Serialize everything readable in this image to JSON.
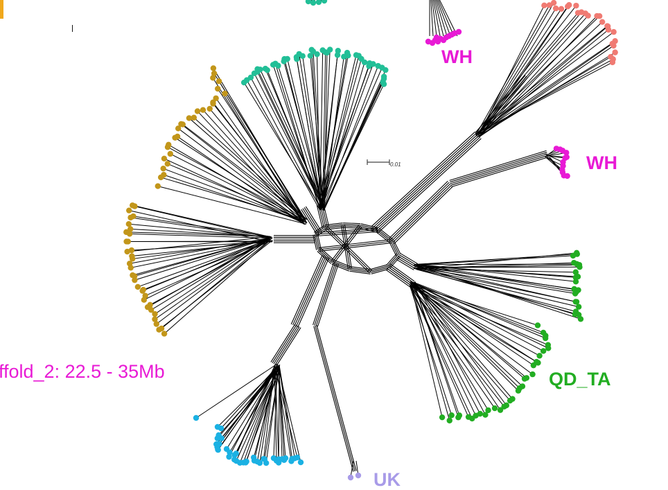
{
  "region_label": "ffold_2: 22.5 - 35Mb",
  "scale_bar_label": "0.01",
  "groups": [
    {
      "id": "wh_top",
      "label": "WH",
      "color": "#e81ad5"
    },
    {
      "id": "wh_right",
      "label": "WH",
      "color": "#e81ad5"
    },
    {
      "id": "qd_ta",
      "label": "QD_TA",
      "color": "#22ad22"
    },
    {
      "id": "uk",
      "label": "UK",
      "color": "#a89be8"
    },
    {
      "id": "teal",
      "label": "",
      "color": "#22bf97"
    },
    {
      "id": "salmon",
      "label": "",
      "color": "#f07b73"
    },
    {
      "id": "gold",
      "label": "",
      "color": "#c2961a"
    },
    {
      "id": "cyan",
      "label": "",
      "color": "#1bb1e3"
    }
  ],
  "colors": {
    "wh": "#e81ad5",
    "qd_ta": "#22ad22",
    "uk": "#a89be8",
    "teal": "#22bf97",
    "salmon": "#f07b73",
    "gold": "#c2961a",
    "cyan": "#1bb1e3",
    "branch": "#000000"
  }
}
